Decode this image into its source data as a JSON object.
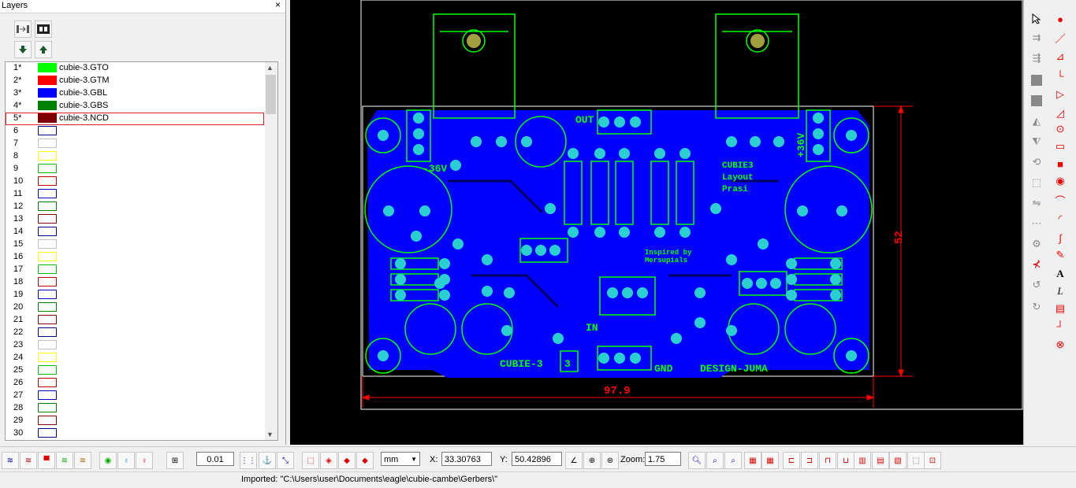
{
  "layers_panel": {
    "title": "Layers",
    "close": "×",
    "layers": [
      {
        "num": "1*",
        "name": "cubie-3.GTO",
        "color": "#00ff00",
        "filled": true
      },
      {
        "num": "2*",
        "name": "cubie-3.GTM",
        "color": "#ff0000",
        "filled": true
      },
      {
        "num": "3*",
        "name": "cubie-3.GBL",
        "color": "#0000ff",
        "filled": true
      },
      {
        "num": "4*",
        "name": "cubie-3.GBS",
        "color": "#008000",
        "filled": true
      },
      {
        "num": "5*",
        "name": "cubie-3.NCD",
        "color": "#800000",
        "filled": true,
        "selected": true
      },
      {
        "num": "6",
        "name": "",
        "color": "#000080",
        "filled": false
      },
      {
        "num": "7",
        "name": "",
        "color": "#c0c0c0",
        "filled": false
      },
      {
        "num": "8",
        "name": "",
        "color": "#ffff00",
        "filled": false
      },
      {
        "num": "9",
        "name": "",
        "color": "#00c000",
        "filled": false
      },
      {
        "num": "10",
        "name": "",
        "color": "#c00000",
        "filled": false
      },
      {
        "num": "11",
        "name": "",
        "color": "#0000c0",
        "filled": false
      },
      {
        "num": "12",
        "name": "",
        "color": "#008000",
        "filled": false
      },
      {
        "num": "13",
        "name": "",
        "color": "#800000",
        "filled": false
      },
      {
        "num": "14",
        "name": "",
        "color": "#000080",
        "filled": false
      },
      {
        "num": "15",
        "name": "",
        "color": "#c0c0c0",
        "filled": false
      },
      {
        "num": "16",
        "name": "",
        "color": "#ffff00",
        "filled": false
      },
      {
        "num": "17",
        "name": "",
        "color": "#00c000",
        "filled": false
      },
      {
        "num": "18",
        "name": "",
        "color": "#c00000",
        "filled": false
      },
      {
        "num": "19",
        "name": "",
        "color": "#0000c0",
        "filled": false
      },
      {
        "num": "20",
        "name": "",
        "color": "#008000",
        "filled": false
      },
      {
        "num": "21",
        "name": "",
        "color": "#800000",
        "filled": false
      },
      {
        "num": "22",
        "name": "",
        "color": "#000080",
        "filled": false
      },
      {
        "num": "23",
        "name": "",
        "color": "#c0c0c0",
        "filled": false
      },
      {
        "num": "24",
        "name": "",
        "color": "#ffff00",
        "filled": false
      },
      {
        "num": "25",
        "name": "",
        "color": "#00c000",
        "filled": false
      },
      {
        "num": "26",
        "name": "",
        "color": "#c00000",
        "filled": false
      },
      {
        "num": "27",
        "name": "",
        "color": "#0000c0",
        "filled": false
      },
      {
        "num": "28",
        "name": "",
        "color": "#008000",
        "filled": false
      },
      {
        "num": "29",
        "name": "",
        "color": "#800000",
        "filled": false
      },
      {
        "num": "30",
        "name": "",
        "color": "#000080",
        "filled": false
      }
    ]
  },
  "pcb": {
    "board_texts": [
      "OUT",
      "IN",
      "GND",
      "CUBIE-3",
      "3",
      "DESIGN-JUMA",
      "-36V",
      "+36V",
      "Inspired by",
      "Mersupials",
      "CUBIE3",
      "Layout",
      "Prasi"
    ],
    "dim_width": "97.9",
    "dim_height": "52",
    "colors": {
      "copper": "#0000ff",
      "silk": "#00ff00",
      "pad": "#2ad0d0",
      "outline": "#ffffff",
      "dimension": "#ff0000"
    }
  },
  "bottom_toolbar": {
    "grid_value": "0.01",
    "unit": "mm",
    "x_label": "X:",
    "x_value": "33.30763",
    "y_label": "Y:",
    "y_value": "50.42896",
    "zoom_label": "Zoom:",
    "zoom_value": "1.75"
  },
  "status": {
    "text": "Imported: \"C:\\Users\\user\\Documents\\eagle\\cubie-cambe\\Gerbers\\\""
  }
}
